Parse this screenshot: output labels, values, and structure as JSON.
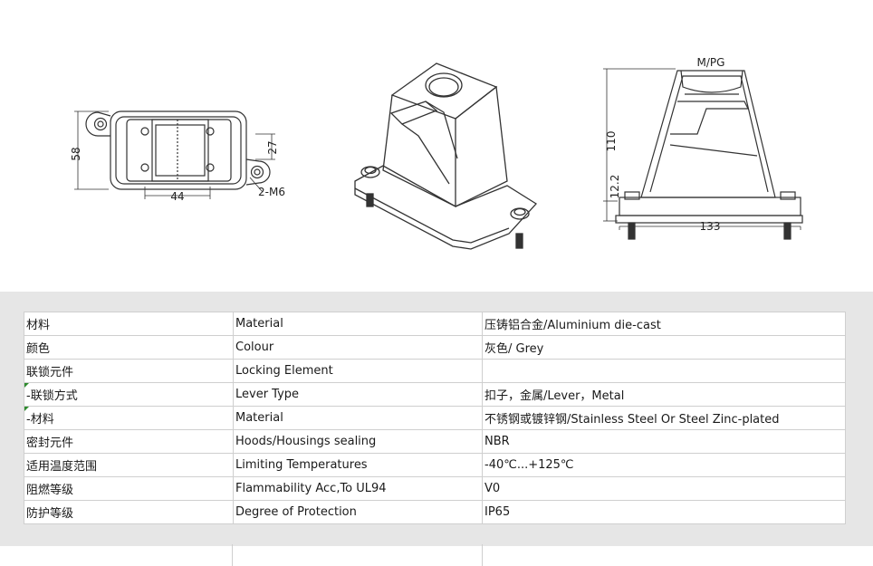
{
  "drawings": {
    "top_view": {
      "dim_height": "58",
      "dim_offset": "27",
      "dim_width": "44",
      "hole_label": "2-M6"
    },
    "side_view": {
      "thread_label": "M/PG",
      "dim_height": "110",
      "dim_base": "12.2",
      "dim_width": "133"
    }
  },
  "specs": {
    "rows": [
      {
        "cn": "材料",
        "en": "Material",
        "value": "压铸铝合金/Aluminium die-cast"
      },
      {
        "cn": "颜色",
        "en": "Colour",
        "value": "灰色/ Grey"
      },
      {
        "cn": "联锁元件",
        "en": "Locking Element",
        "value": ""
      },
      {
        "cn": " -联锁方式",
        "en": "Lever Type",
        "value": "扣子，金属/Lever，Metal"
      },
      {
        "cn": " -材料",
        "en": "Material",
        "value": "不锈钢或镀锌钢/Stainless Steel Or Steel Zinc-plated"
      },
      {
        "cn": "密封元件",
        "en": "Hoods/Housings sealing",
        "value": "NBR"
      },
      {
        "cn": "适用温度范围",
        "en": "Limiting Temperatures",
        "value": "-40℃...+125℃"
      },
      {
        "cn": "阻燃等级",
        "en": "Flammability Acc,To UL94",
        "value": "V0"
      },
      {
        "cn": "防护等级",
        "en": "Degree of Protection",
        "value": "IP65"
      }
    ]
  }
}
